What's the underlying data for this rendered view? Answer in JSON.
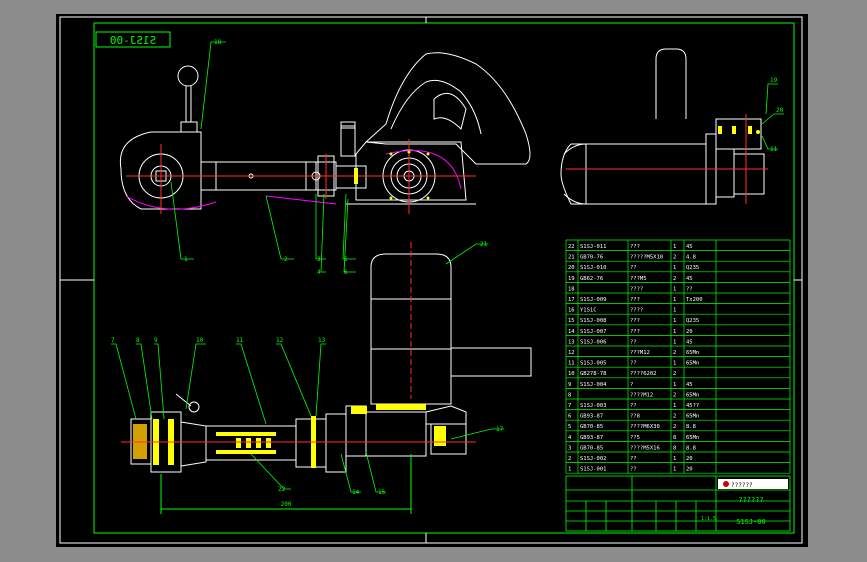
{
  "drawing": {
    "number_box": "S1SJ-00",
    "title_block_name": "??????",
    "title_block_number": "S1SJ-00",
    "scale": "1:1.5",
    "logo_text": "??????"
  },
  "callouts": {
    "front_view": [
      "18",
      "1",
      "2",
      "3",
      "4",
      "5",
      "6"
    ],
    "side_view": [
      "19",
      "20",
      "11"
    ],
    "lower_view": [
      "7",
      "8",
      "9",
      "10",
      "11",
      "12",
      "13",
      "22",
      "14",
      "15",
      "21",
      "17"
    ],
    "dimension": "200"
  },
  "bom": [
    {
      "no": "22",
      "code": "S1SJ-011",
      "name": "???",
      "qty": "1",
      "mat": "45"
    },
    {
      "no": "21",
      "code": "GB70-76",
      "name": "?????M5X10",
      "qty": "2",
      "mat": "4.8"
    },
    {
      "no": "20",
      "code": "S1SJ-010",
      "name": "??",
      "qty": "1",
      "mat": "Q235"
    },
    {
      "no": "19",
      "code": "GB62-76",
      "name": "???M5",
      "qty": "2",
      "mat": "45"
    },
    {
      "no": "18",
      "code": "",
      "name": "????",
      "qty": "1",
      "mat": "??"
    },
    {
      "no": "17",
      "code": "S1SJ-009",
      "name": "???",
      "qty": "1",
      "mat": "Tx200"
    },
    {
      "no": "16",
      "code": "Y1S1C",
      "name": "????",
      "qty": "1",
      "mat": ""
    },
    {
      "no": "15",
      "code": "S1SJ-008",
      "name": "???",
      "qty": "1",
      "mat": "Q235"
    },
    {
      "no": "14",
      "code": "S1SJ-007",
      "name": "???",
      "qty": "1",
      "mat": "20"
    },
    {
      "no": "13",
      "code": "S1SJ-006",
      "name": "??",
      "qty": "1",
      "mat": "45"
    },
    {
      "no": "12",
      "code": "",
      "name": "???M12",
      "qty": "2",
      "mat": "65Mn"
    },
    {
      "no": "11",
      "code": "S1SJ-005",
      "name": "??",
      "qty": "1",
      "mat": "65Mn"
    },
    {
      "no": "10",
      "code": "GB278-78",
      "name": "????6202",
      "qty": "2",
      "mat": ""
    },
    {
      "no": "9",
      "code": "S1SJ-004",
      "name": "?",
      "qty": "1",
      "mat": "45"
    },
    {
      "no": "8",
      "code": "",
      "name": "????M12",
      "qty": "2",
      "mat": "65Mn"
    },
    {
      "no": "7",
      "code": "S1SJ-003",
      "name": "??",
      "qty": "1",
      "mat": "45??"
    },
    {
      "no": "6",
      "code": "GB93-87",
      "name": "??8",
      "qty": "2",
      "mat": "65Mn"
    },
    {
      "no": "5",
      "code": "GB70-85",
      "name": "????M6X30",
      "qty": "2",
      "mat": "8.8"
    },
    {
      "no": "4",
      "code": "GB93-87",
      "name": "??5",
      "qty": "8",
      "mat": "65Mn"
    },
    {
      "no": "3",
      "code": "GB70-85",
      "name": "????M5X16",
      "qty": "8",
      "mat": "8.8"
    },
    {
      "no": "2",
      "code": "S1SJ-002",
      "name": "??",
      "qty": "1",
      "mat": "20"
    },
    {
      "no": "1",
      "code": "S1SJ-001",
      "name": "??",
      "qty": "1",
      "mat": "20"
    }
  ]
}
